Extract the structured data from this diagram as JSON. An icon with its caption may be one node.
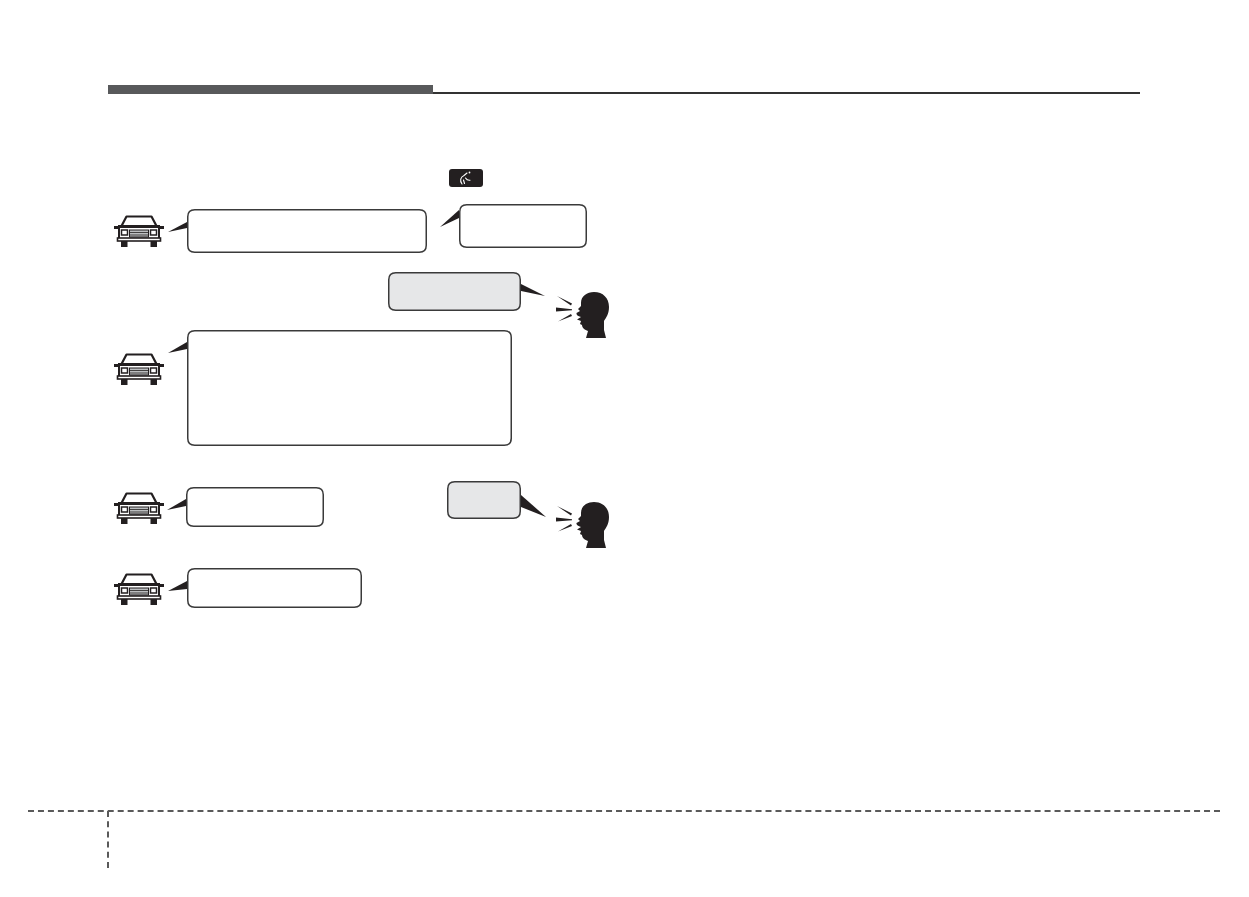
{
  "diagram": {
    "nodes": [
      {
        "text": [],
        "shape": "bubble"
      },
      {
        "text": [],
        "shape": "bubble"
      },
      {
        "text": [],
        "shape": "bubble"
      },
      {
        "text": [],
        "shape": "bubble"
      },
      {
        "text": [],
        "shape": "bubble"
      },
      {
        "text": [],
        "shape": "bubble"
      },
      {
        "text": [],
        "shape": "bubble"
      }
    ]
  }
}
